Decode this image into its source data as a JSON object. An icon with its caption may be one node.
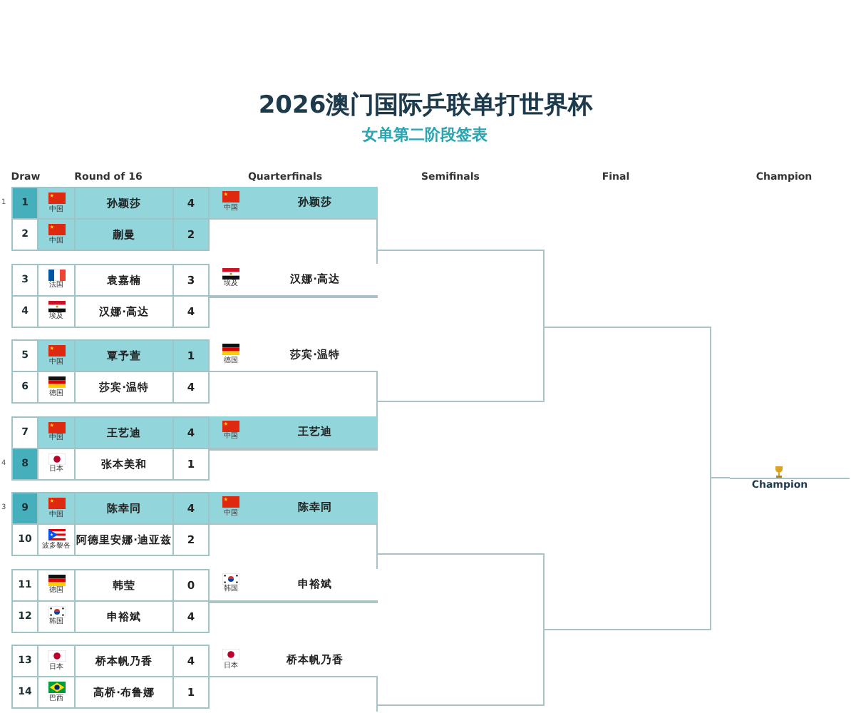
{
  "diagram": {
    "title": "2026澳门国际乒联单打世界杯",
    "nodes": [
      {
        "text": [
          "1",
          "中国",
          "孙颖莎",
          "4"
        ],
        "beside": [
          "1"
        ]
      },
      {
        "text": [
          "2",
          "中国",
          "蒯曼",
          "2"
        ]
      },
      {
        "text": [
          "3",
          "法国",
          "袁嘉楠",
          "3"
        ]
      },
      {
        "text": [
          "4",
          "埃及",
          "汉娜·高达",
          "4"
        ]
      },
      {
        "text": [
          "5",
          "中国",
          "覃予萱",
          "1"
        ]
      },
      {
        "text": [
          "6",
          "德国",
          "莎宾·温特",
          "4"
        ]
      },
      {
        "text": [
          "7",
          "中国",
          "王艺迪",
          "4"
        ]
      },
      {
        "text": [
          "8",
          "日本",
          "张本美和",
          "1"
        ],
        "beside": [
          "4"
        ]
      },
      {
        "text": [
          "9",
          "中国",
          "陈幸同",
          "4"
        ],
        "beside": [
          "3"
        ]
      },
      {
        "text": [
          "10",
          "波多黎各",
          "阿德里安娜·迪亚兹",
          "2"
        ]
      },
      {
        "text": [
          "11",
          "德国",
          "韩莹",
          "0"
        ]
      },
      {
        "text": [
          "12",
          "韩国",
          "申裕斌",
          "4"
        ]
      },
      {
        "text": [
          "13",
          "日本",
          "桥本帆乃香",
          "4"
        ]
      },
      {
        "text": [
          "14",
          "巴西",
          "高桥·布鲁娜",
          "1"
        ]
      },
      {
        "text": [],
        "shape": "box"
      },
      {
        "text": [
          "中国",
          "孙颖莎"
        ],
        "in": 14
      },
      {
        "text": [
          "埃及",
          "汉娜·高达"
        ],
        "in": 14
      },
      {
        "text": [],
        "shape": "box"
      },
      {
        "text": [
          "德国",
          "莎宾·温特"
        ],
        "in": 17
      },
      {
        "text": [
          "中国",
          "王艺迪"
        ],
        "in": 17
      },
      {
        "text": [],
        "shape": "box"
      },
      {
        "text": [
          "中国",
          "陈幸同"
        ],
        "in": 20
      },
      {
        "text": [
          "韩国",
          "申裕斌"
        ],
        "in": 20
      },
      {
        "text": [],
        "shape": "box"
      },
      {
        "text": [
          "日本",
          "桥本帆乃香"
        ],
        "in": 23
      },
      {
        "text": [],
        "shape": "box"
      },
      {
        "text": [],
        "shape": "box"
      },
      {
        "text": [],
        "shape": "box"
      },
      {
        "text": [
          "Champion"
        ]
      }
    ],
    "edges": [
      {
        "from": 27,
        "to": 28,
        "arrow": "none"
      }
    ],
    "labels": [
      "女单第二阶段签表",
      "Draw",
      "Round of 16",
      "Quarterfinals",
      "Semifinals",
      "Final",
      "Champion"
    ]
  }
}
